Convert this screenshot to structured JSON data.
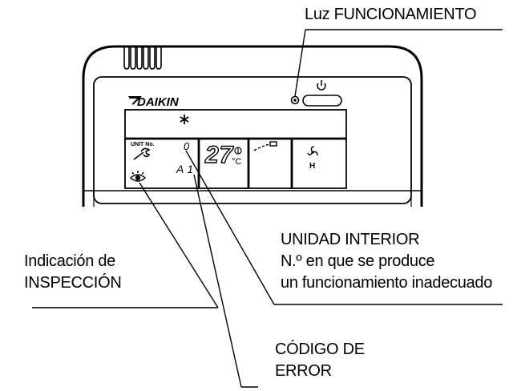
{
  "labels": {
    "luz_funcionamiento": "Luz FUNCIONAMIENTO",
    "indicacion_line1": "Indicación de",
    "indicacion_line2": "INSPECCIÓN",
    "unidad_line1": "UNIDAD INTERIOR",
    "unidad_line2": "N.º en que se produce",
    "unidad_line3": "un funcionamiento inadecuado",
    "codigo_line1": "CÓDIGO DE",
    "codigo_line2": "ERROR"
  },
  "device": {
    "brand": "DAIKIN",
    "unit_label": "UNIT No.",
    "unit_number": "0",
    "error_code": "A1",
    "temperature": "27",
    "temperature_unit": "°C",
    "fan_speed": "H"
  },
  "icons": {
    "power": "power-icon",
    "operation_lamp": "operation-lamp-icon",
    "snowflake": "snowflake-icon",
    "wrench": "wrench-icon",
    "inspection_eye": "inspection-eye-icon",
    "fan": "fan-icon",
    "airflow_flap": "airflow-flap-icon",
    "setpoint": "setpoint-icon"
  }
}
